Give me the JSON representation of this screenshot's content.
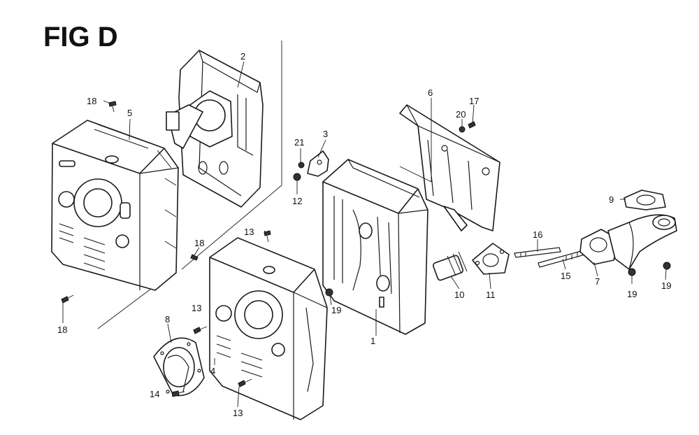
{
  "figure": {
    "title": "FIG D",
    "callouts": {
      "c1": "1",
      "c2": "2",
      "c3": "3",
      "c4": "4",
      "c5": "5",
      "c6": "6",
      "c7": "7",
      "c8": "8",
      "c9": "9",
      "c10": "10",
      "c11": "11",
      "c12": "12",
      "c13a": "13",
      "c13b": "13",
      "c13c": "13",
      "c14": "14",
      "c15": "15",
      "c16": "16",
      "c17": "17",
      "c18a": "18",
      "c18b": "18",
      "c18c": "18",
      "c19a": "19",
      "c19b": "19",
      "c19c": "19",
      "c20": "20",
      "c21": "21"
    }
  }
}
